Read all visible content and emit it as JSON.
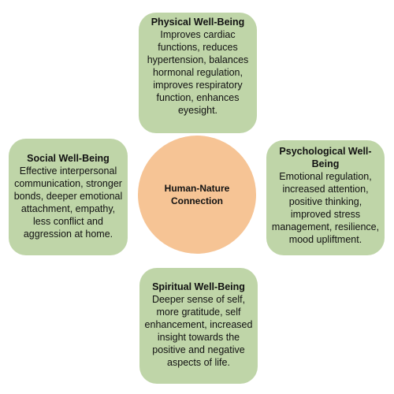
{
  "center": {
    "label": "Human-Nature Connection"
  },
  "cards": {
    "physical": {
      "title": "Physical Well-Being",
      "body": "Improves cardiac functions, reduces hypertension, balances hormonal regulation, improves respiratory function, enhances eyesight."
    },
    "social": {
      "title": "Social Well-Being",
      "body": "Effective interpersonal communication, stronger bonds, deeper emotional attachment, empathy, less conflict and aggression at home."
    },
    "psychological": {
      "title": "Psychological Well-Being",
      "body": "Emotional regulation, increased attention, positive thinking, improved stress management, resilience, mood upliftment."
    },
    "spiritual": {
      "title": "Spiritual Well-Being",
      "body": "Deeper sense of self, more gratitude, self enhancement, increased insight towards the positive and negative aspects of life."
    }
  },
  "colors": {
    "card_fill": "#bfd5a8",
    "center_fill": "#f6c495",
    "text": "#111111"
  }
}
